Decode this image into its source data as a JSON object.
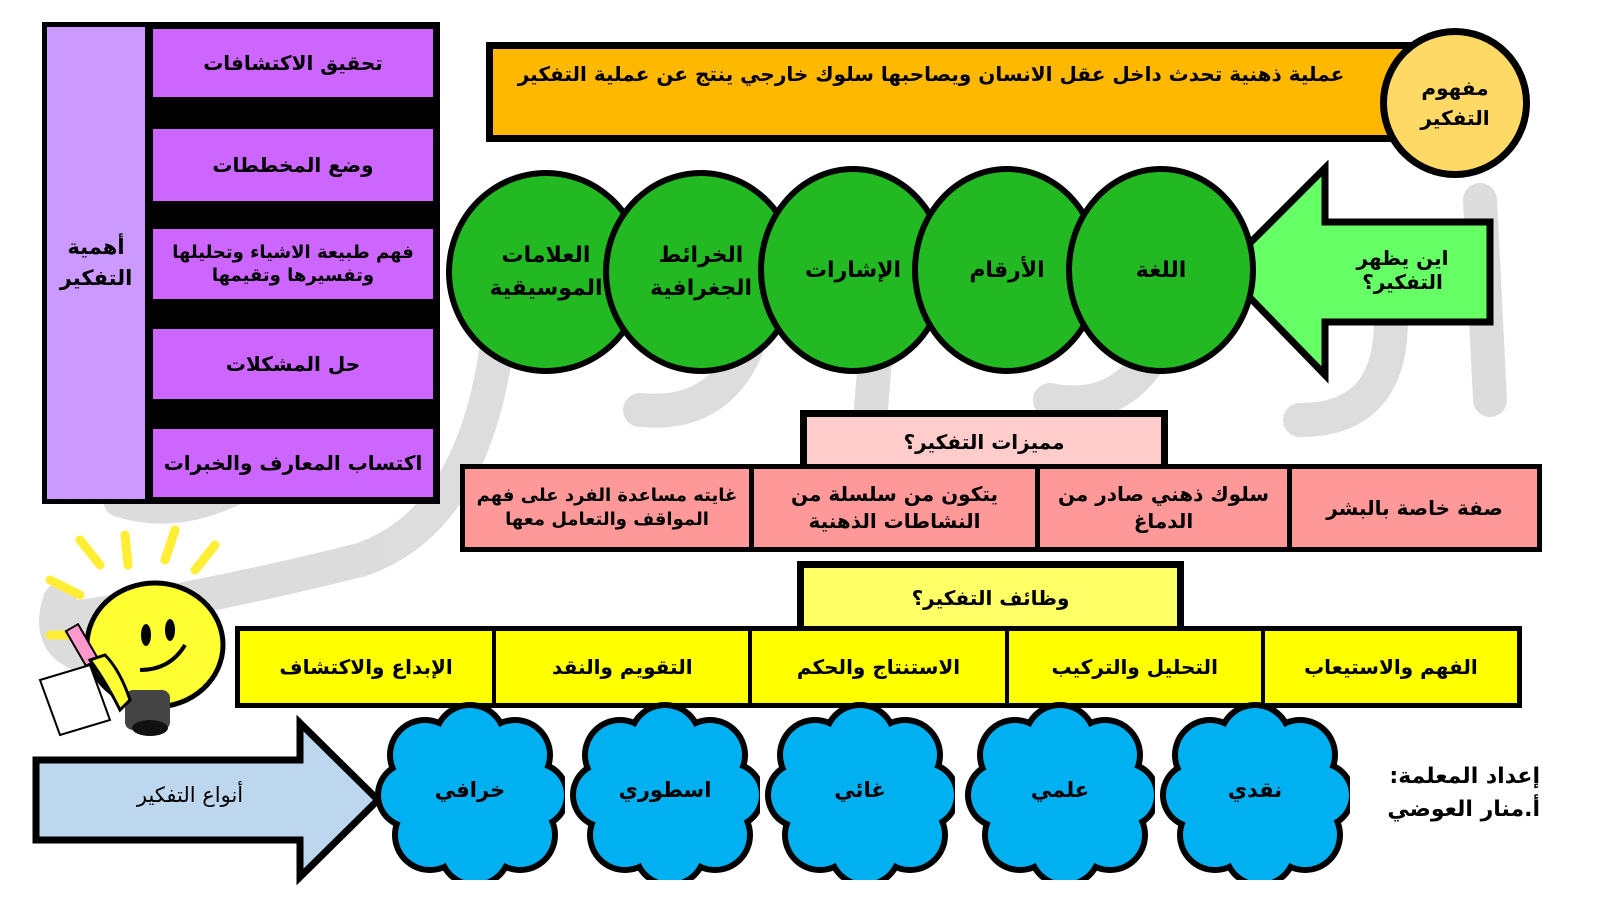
{
  "watermark": "أ.منار العوضي",
  "importance": {
    "title": "أهمية التفكير",
    "items": [
      "تحقيق الاكتشافات",
      "وضع المخططات",
      "فهم طبيعة الاشياء وتحليلها وتفسيرها وتقيمها",
      "حل المشكلات",
      "اكتساب المعارف والخبرات"
    ]
  },
  "concept": {
    "label": "مفهوم التفكير",
    "definition": "عملية ذهنية تحدث داخل عقل الانسان ويصاحبها سلوك خارجي ينتج عن عملية التفكير"
  },
  "appearance": {
    "question": "اين يظهر التفكير؟",
    "items": [
      "اللغة",
      "الأرقام",
      "الإشارات",
      "الخرائط الجغرافية",
      "العلامات الموسيقية"
    ]
  },
  "features": {
    "title": "مميزات التفكير؟",
    "items": [
      "صفة خاصة بالبشر",
      "سلوك ذهني صادر من الدماغ",
      "يتكون من سلسلة من النشاطات الذهنية",
      "غايته مساعدة الفرد على فهم المواقف والتعامل معها"
    ]
  },
  "functions": {
    "title": "وظائف التفكير؟",
    "items": [
      "الفهم والاستيعاب",
      "التحليل والتركيب",
      "الاستنتاج والحكم",
      "التقويم والنقد",
      "الإبداع والاكتشاف"
    ]
  },
  "types": {
    "title": "أنواع التفكير",
    "items": [
      "نقدي",
      "علمي",
      "غائي",
      "اسطوري",
      "خرافي"
    ]
  },
  "author": {
    "label": "إعداد المعلمة:",
    "name": "أ.منار العوضي"
  },
  "colors": {
    "purple": "#cc66ff",
    "lavender": "#cc99ff",
    "orange": "#ffb800",
    "green": "#22b922",
    "lightgreen": "#66ff66",
    "pink": "#ff9999",
    "yellow": "#ffff00",
    "cyan": "#00b0f0",
    "lightblue": "#bdd7ee"
  }
}
